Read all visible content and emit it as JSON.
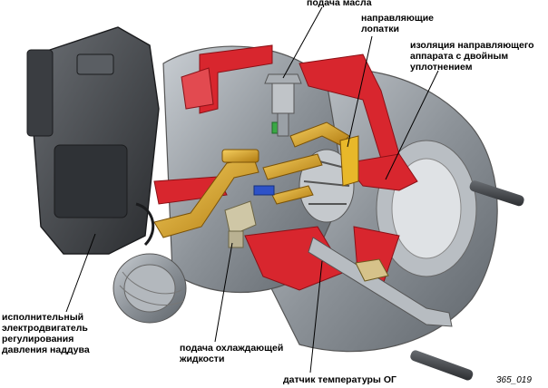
{
  "labels": {
    "oil_feed": "подача масла",
    "guide_vanes": "направляющие\nлопатки",
    "vane_isolation": "изоляция направляющего\nаппарата с двойным\nуплотнением",
    "actuator": "исполнительный\nэлектродвигатель\nрегулирования\nдавления наддува",
    "coolant_feed": "подача охлаждающей\nжидкости",
    "exhaust_temp_sensor": "датчик температуры ОГ"
  },
  "figure_number": "365_019",
  "colors": {
    "housing_gray": "#9aa0a6",
    "dark_gray": "#3c3f43",
    "cut_red": "#d8262e",
    "brass": "#e0a81c",
    "green": "#3aa845",
    "blue": "#2d52c8"
  }
}
